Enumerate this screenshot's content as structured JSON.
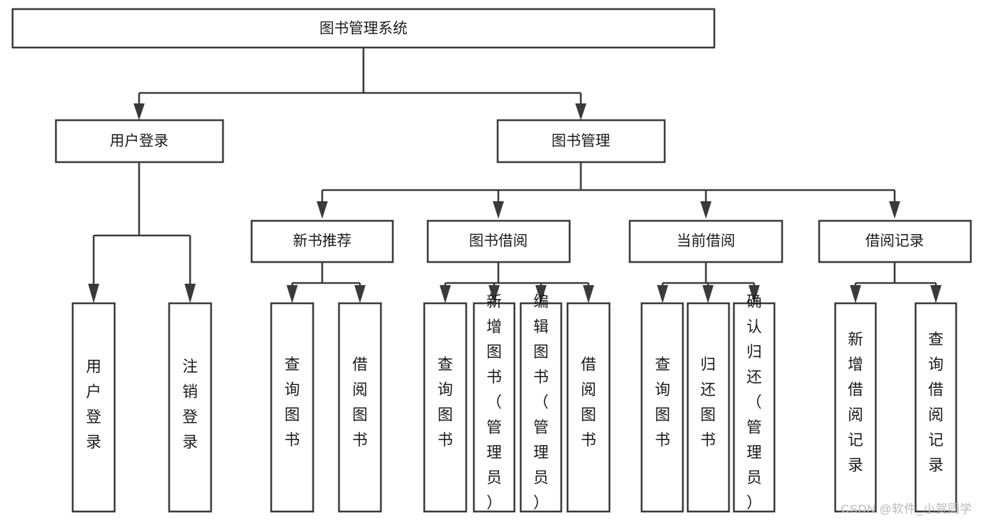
{
  "diagram": {
    "type": "tree-hierarchy",
    "title": "图书管理系统",
    "colors": {
      "stroke": "#3a3a3a",
      "fill": "#ffffff",
      "text": "#1b1b1b",
      "background": "#ffffff",
      "watermark": "#b9b9b9"
    },
    "levels": {
      "root": {
        "label": "图书管理系统"
      },
      "level2": [
        {
          "label": "用户登录"
        },
        {
          "label": "图书管理"
        }
      ],
      "level3": [
        {
          "label": "新书推荐"
        },
        {
          "label": "图书借阅"
        },
        {
          "label": "当前借阅"
        },
        {
          "label": "借阅记录"
        }
      ],
      "leaves": [
        {
          "label": "用户登录",
          "parent": "用户登录"
        },
        {
          "label": "注销登录",
          "parent": "用户登录"
        },
        {
          "label": "查询图书",
          "parent": "新书推荐"
        },
        {
          "label": "借阅图书",
          "parent": "新书推荐"
        },
        {
          "label": "查询图书",
          "parent": "图书借阅"
        },
        {
          "label": "新增图书（管理员）",
          "parent": "图书借阅"
        },
        {
          "label": "编辑图书（管理员）",
          "parent": "图书借阅"
        },
        {
          "label": "借阅图书",
          "parent": "图书借阅"
        },
        {
          "label": "查询图书",
          "parent": "当前借阅"
        },
        {
          "label": "归还图书",
          "parent": "当前借阅"
        },
        {
          "label": "确认归还（管理员）",
          "parent": "当前借阅"
        },
        {
          "label": "新增借阅记录",
          "parent": "借阅记录"
        },
        {
          "label": "查询借阅记录",
          "parent": "借阅记录"
        }
      ]
    }
  },
  "watermark": {
    "text": "CSDN @软件_小贺同学"
  }
}
